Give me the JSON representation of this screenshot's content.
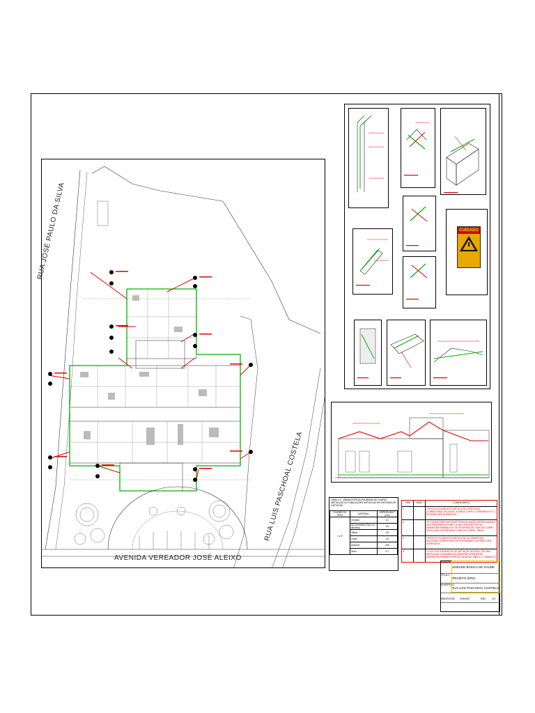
{
  "streets": {
    "top_left": "RUA JOSÉ PAULO DA SILVA",
    "right": "RUA LUIS PASCHOAL COSTELA",
    "bottom": "AVENIDA VEREADOR JOSÉ ALEIXO"
  },
  "warning_sign": {
    "label": "CUIDADO"
  },
  "table_materials": {
    "title": "TABELA 3 - MÍNIMA ESPESSURA MÍNIMA DE CHAPAS METÁLICAS OU TUBULAÇÕES METÁLICAS EM SISTEMAS DE CAPTAÇÃO",
    "headers": [
      "CLASSE DO SPDA",
      "MATERIAL",
      "ESPESSURA T (mm)"
    ],
    "class_value": "I a IV",
    "rows": [
      {
        "material": "Chumbo",
        "thickness": "2,0"
      },
      {
        "material": "Aço (revestido Zinco ou aluminio)",
        "thickness": "0,5"
      },
      {
        "material": "Titânio",
        "thickness": "0,5"
      },
      {
        "material": "Cobre",
        "thickness": "0,5"
      },
      {
        "material": "Alumínio",
        "thickness": "0,65"
      },
      {
        "material": "Zinco",
        "thickness": "0,7"
      }
    ]
  },
  "table_notes": {
    "headers": [
      "ITEM",
      "NÍVEL",
      "COMENTÁRIOS"
    ],
    "rows": [
      {
        "item": "1",
        "level": "-",
        "comment": "TODOS OS ELEMENTOS METÁLICOS EXISTENTES (COBERTURAS, ESCADAS, GUARDA-CORPO, CORRIMÃOS ETC.) DEVERÃO SER ATERRADOS."
      },
      {
        "item": "2",
        "level": "-",
        "comment": "OS CONDUTORES DE EQUIPOTENCIALIZAÇÃO ENTRE A MALHA DE ATERRAMENTO E BEP OU BEL DEVERÃO TER AS DIMENSÕES MÍNIMAS DE: DE ENTERRADOS: CABO DE COBRE - 50 mm² NÃO ENTERRADOS: CABO DE COBRE - 35mm²"
      },
      {
        "item": "3",
        "level": "-",
        "comment": "TODOS OS ELEMENTOS METÁLICOS DA COBERTURA INCLUINDO COBERTURAS DE PLATIBANDAS, DEVERÃO SER ATERRADOS."
      },
      {
        "item": "4",
        "level": "-",
        "comment": "O USO DOS ELEMENTOS DE CAPTAÇÃO NATURAL (TELHAS METÁLICAS E PASSARELAS) DEVERÃO ATENDER AS DIMENSÕES MÍNIMAS ESPECIFICADAS NA TABELA 3 - NBR5419-3"
      }
    ]
  },
  "stamp": {
    "client_label": "CLIENTE",
    "client_value": "UNIDADE BÁSICA DE SAÚDE",
    "title_label": "TÍTULO",
    "title_value": "PROJETO SPDA",
    "address_label": "ENDEREÇO",
    "address_value": "RUA LUIS PASCHOAL COSTELA",
    "date": "08/02/2022",
    "scale": "1/NA/00",
    "sheet_label": "IND",
    "sheet_value": "1/1"
  },
  "colors": {
    "spda_red": "#e00000",
    "ground_green": "#00b000",
    "sign_yellow": "#e8a800"
  }
}
